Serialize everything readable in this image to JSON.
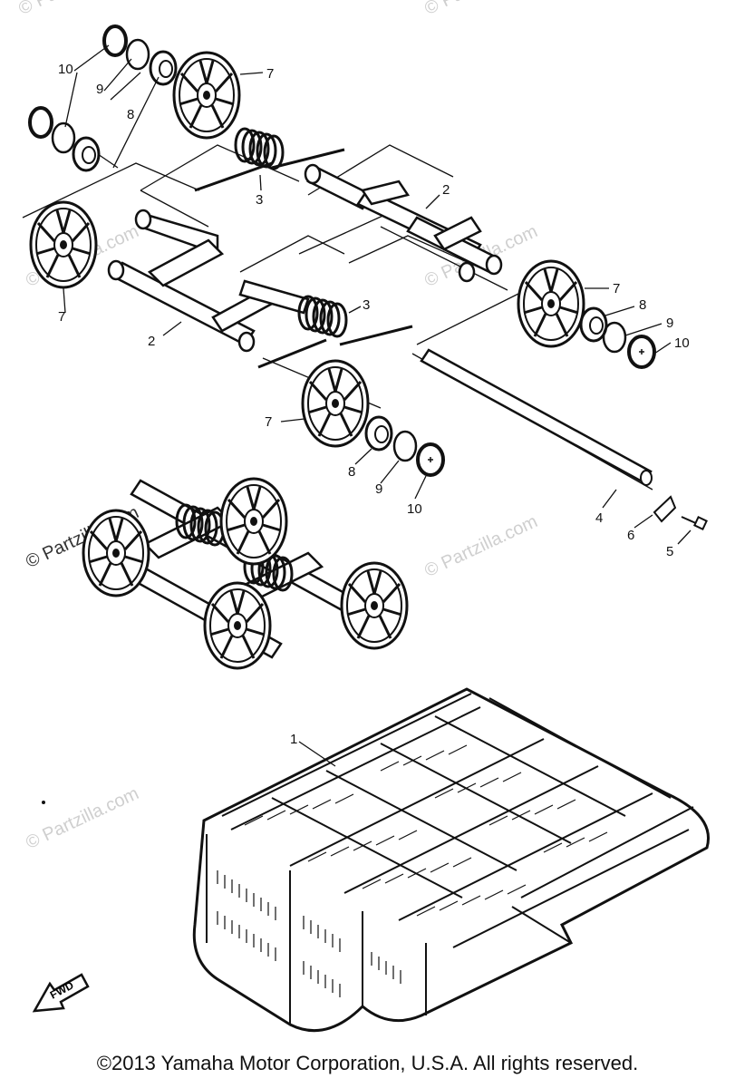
{
  "watermark": "© Partzilla.com",
  "callouts": {
    "n1": "1",
    "n2": "2",
    "n3": "3",
    "n4": "4",
    "n5": "5",
    "n6": "6",
    "n7": "7",
    "n8": "8",
    "n9": "9",
    "n10": "10"
  },
  "fwd_label": "FWD",
  "copyright": "©2013 Yamaha Motor Corporation, U.S.A. All rights reserved."
}
